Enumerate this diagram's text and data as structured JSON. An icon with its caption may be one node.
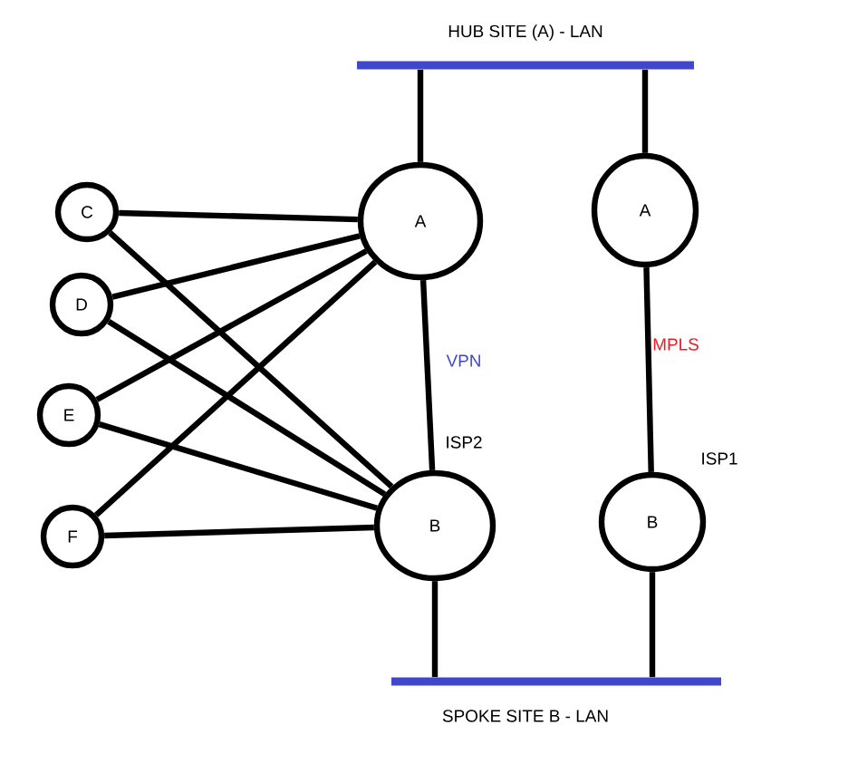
{
  "diagram": {
    "nodes": [
      {
        "text": [
          "HUB SITE (A)  - LAN"
        ]
      },
      {
        "text": [
          "C"
        ]
      },
      {
        "text": [
          "A"
        ]
      },
      {
        "text": [
          "A"
        ]
      },
      {
        "text": [
          "D"
        ]
      },
      {
        "text": [
          "E"
        ]
      },
      {
        "text": [
          "F"
        ]
      },
      {
        "text": [
          "B"
        ],
        "beside": [
          "ISP2"
        ]
      },
      {
        "text": [
          "B"
        ],
        "beside": [
          "ISP1"
        ]
      },
      {
        "text": [
          "SPOKE SITE B - LAN"
        ]
      }
    ],
    "edges": [
      {
        "from": 0,
        "to": 2,
        "arrow": "none"
      },
      {
        "from": 0,
        "to": 3,
        "arrow": "none"
      },
      {
        "from": 1,
        "to": 2,
        "arrow": "none"
      },
      {
        "from": 1,
        "to": 7,
        "arrow": "none"
      },
      {
        "from": 4,
        "to": 2,
        "arrow": "none"
      },
      {
        "from": 4,
        "to": 7,
        "arrow": "none"
      },
      {
        "from": 5,
        "to": 2,
        "arrow": "none"
      },
      {
        "from": 5,
        "to": 7,
        "arrow": "none"
      },
      {
        "from": 6,
        "to": 2,
        "arrow": "none"
      },
      {
        "from": 6,
        "to": 7,
        "arrow": "none"
      },
      {
        "from": 2,
        "to": 7,
        "arrow": "none",
        "label": "VPN"
      },
      {
        "from": 3,
        "to": 8,
        "arrow": "none",
        "label": "MPLS"
      },
      {
        "from": 7,
        "to": 9,
        "arrow": "none"
      },
      {
        "from": 8,
        "to": 9,
        "arrow": "none"
      }
    ]
  }
}
